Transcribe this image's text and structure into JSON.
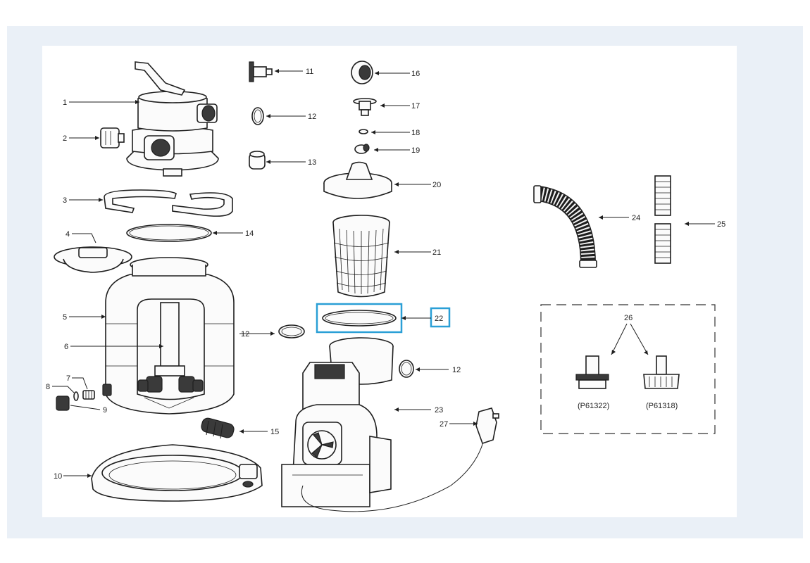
{
  "callouts": [
    {
      "id": "1",
      "label": "1"
    },
    {
      "id": "2",
      "label": "2"
    },
    {
      "id": "3",
      "label": "3"
    },
    {
      "id": "4",
      "label": "4"
    },
    {
      "id": "5",
      "label": "5"
    },
    {
      "id": "6",
      "label": "6"
    },
    {
      "id": "7",
      "label": "7"
    },
    {
      "id": "8",
      "label": "8"
    },
    {
      "id": "9",
      "label": "9"
    },
    {
      "id": "10",
      "label": "10"
    },
    {
      "id": "11",
      "label": "11"
    },
    {
      "id": "12a",
      "label": "12"
    },
    {
      "id": "13",
      "label": "13"
    },
    {
      "id": "14",
      "label": "14"
    },
    {
      "id": "12b",
      "label": "12"
    },
    {
      "id": "15",
      "label": "15"
    },
    {
      "id": "16",
      "label": "16"
    },
    {
      "id": "17",
      "label": "17"
    },
    {
      "id": "18",
      "label": "18"
    },
    {
      "id": "19",
      "label": "19"
    },
    {
      "id": "20",
      "label": "20"
    },
    {
      "id": "21",
      "label": "21"
    },
    {
      "id": "22",
      "label": "22"
    },
    {
      "id": "12c",
      "label": "12"
    },
    {
      "id": "23",
      "label": "23"
    },
    {
      "id": "27",
      "label": "27"
    },
    {
      "id": "24",
      "label": "24"
    },
    {
      "id": "25",
      "label": "25"
    },
    {
      "id": "26",
      "label": "26"
    }
  ],
  "highlight": {
    "part": "22",
    "color": "#2a9fd6"
  },
  "kit": {
    "left_code": "(P61322)",
    "right_code": "(P61318)"
  }
}
